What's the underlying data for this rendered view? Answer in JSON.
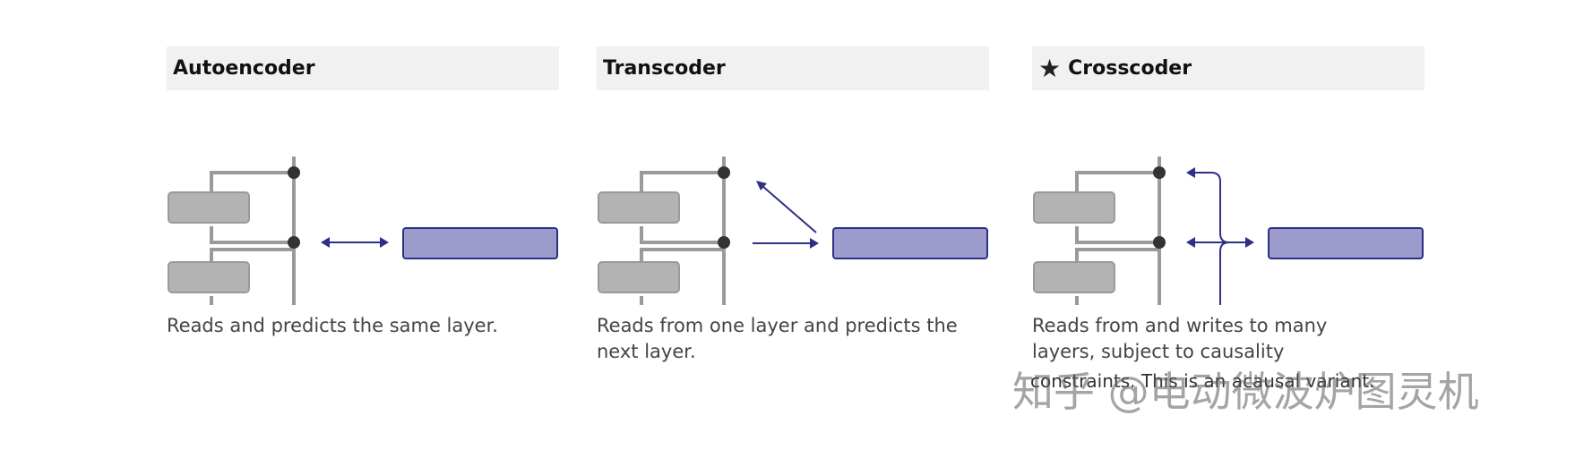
{
  "panels": [
    {
      "title": "Autoencoder",
      "caption": "Reads and predicts the same layer.",
      "starred": false
    },
    {
      "title": "Transcoder",
      "caption": "Reads from one layer and predicts the next layer.",
      "starred": false
    },
    {
      "title": "Crosscoder",
      "caption": "Reads from and writes to many layers, subject to causality",
      "caption_overlap": "constraints. This is an acausal variant.",
      "starred": true
    }
  ],
  "watermark": "知乎 @电动微波炉图灵机",
  "colors": {
    "accent": "#2e2f86",
    "dictionary_fill": "#9d9bcb",
    "block_fill": "#b3b3b3",
    "residual_line": "#9a9a9a",
    "node": "#333333",
    "header_bg": "#f1f1f1"
  }
}
